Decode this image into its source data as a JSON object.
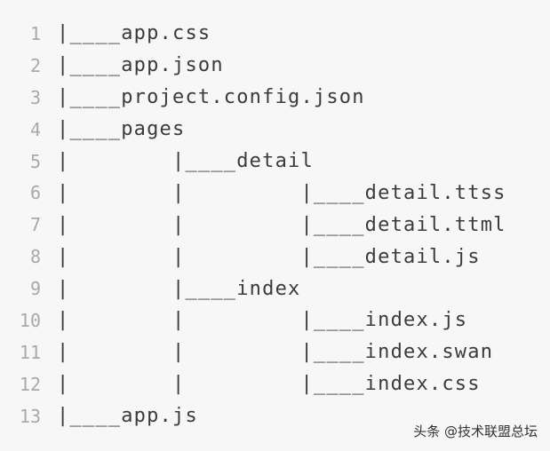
{
  "code": {
    "lines": [
      {
        "number": "1",
        "text": "|____app.css"
      },
      {
        "number": "2",
        "text": "|____app.json"
      },
      {
        "number": "3",
        "text": "|____project.config.json"
      },
      {
        "number": "4",
        "text": "|____pages"
      },
      {
        "number": "5",
        "text": "|        |____detail"
      },
      {
        "number": "6",
        "text": "|        |         |____detail.ttss"
      },
      {
        "number": "7",
        "text": "|        |         |____detail.ttml"
      },
      {
        "number": "8",
        "text": "|        |         |____detail.js"
      },
      {
        "number": "9",
        "text": "|        |____index"
      },
      {
        "number": "10",
        "text": "|        |         |____index.js"
      },
      {
        "number": "11",
        "text": "|        |         |____index.swan"
      },
      {
        "number": "12",
        "text": "|        |         |____index.css"
      },
      {
        "number": "13",
        "text": "|____app.js"
      }
    ]
  },
  "watermark": "头条 @技术联盟总坛"
}
